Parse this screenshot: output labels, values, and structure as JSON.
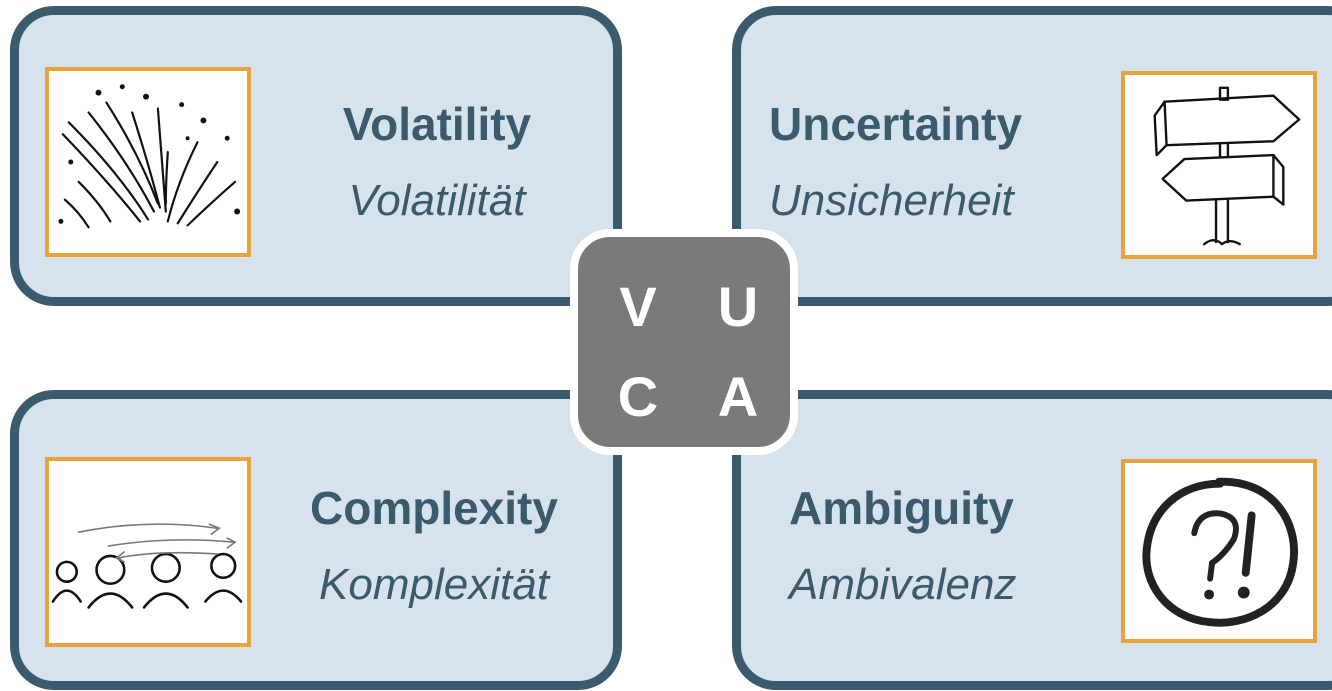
{
  "cards": {
    "volatility": {
      "en": "Volatility",
      "de": "Volatilität"
    },
    "uncertainty": {
      "en": "Uncertainty",
      "de": "Unsicherheit"
    },
    "complexity": {
      "en": "Complexity",
      "de": "Komplexität"
    },
    "ambiguity": {
      "en": "Ambiguity",
      "de": "Ambivalenz"
    }
  },
  "hub": {
    "letters": [
      "V",
      "U",
      "C",
      "A"
    ],
    "color": "#7a7a7a"
  },
  "colors": {
    "card_fill": "#d7e3ec",
    "card_border": "#3c5a6e",
    "text": "#3c5a6e",
    "picture_frame": "#e8a33a"
  },
  "icons": {
    "volatility": "fireworks-sketch-icon",
    "uncertainty": "signpost-sketch-icon",
    "complexity": "people-network-sketch-icon",
    "ambiguity": "question-exclamation-circle-icon"
  }
}
